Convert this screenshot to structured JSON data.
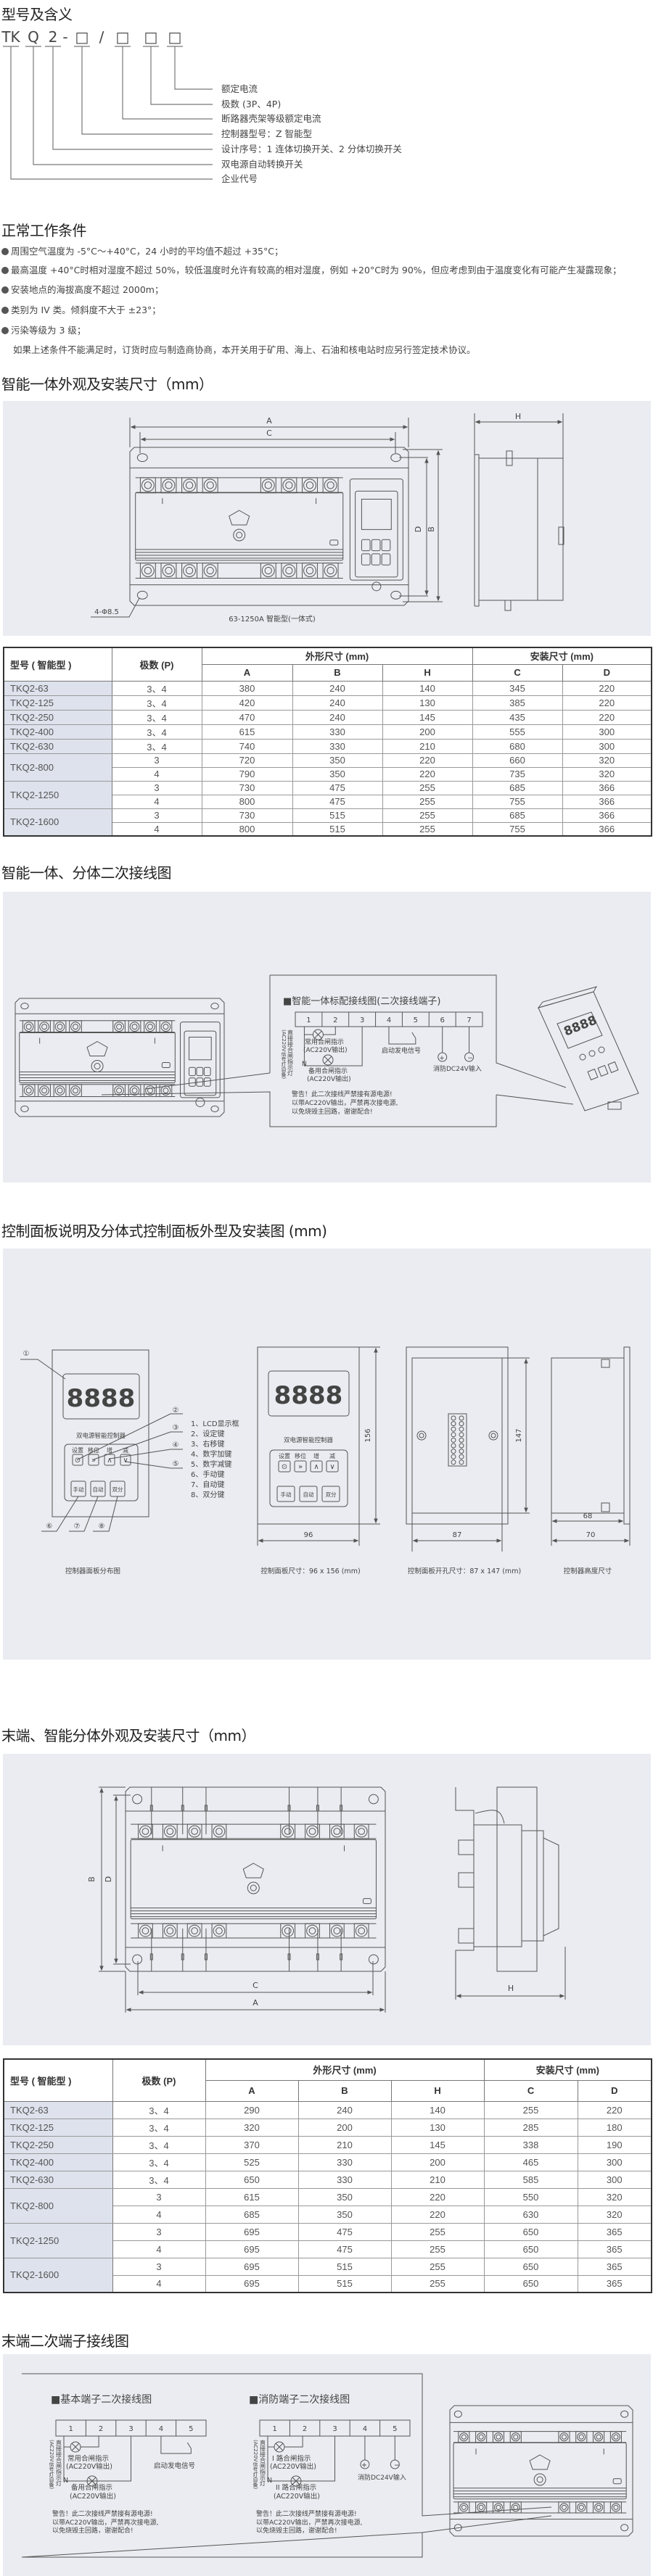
{
  "model": {
    "title": "型号及含义",
    "code": [
      "TK",
      "Q",
      "2",
      "-",
      "□",
      "/",
      "□",
      "□",
      "□"
    ],
    "meanings": [
      "额定电流",
      "极数 (3P、4P)",
      "断路器壳架等级额定电流",
      "控制器型号：Z 智能型",
      "设计序号：1 连体切换开关、2 分体切换开关",
      "双电源自动转换开关",
      "企业代号"
    ]
  },
  "conditions": {
    "title": "正常工作条件",
    "items": [
      "周围空气温度为 -5°C～+40°C，24 小时的平均值不超过 +35°C；",
      "最高温度 +40°C时相对湿度不超过 50%，较低温度时允许有较高的相对湿度，例如 +20°C时为 90%，但应考虑到由于温度变化有可能产生凝露现象；",
      "安装地点的海拔高度不超过 2000m；",
      "类别为 IV 类。倾斜度不大于 ±23°；",
      "污染等级为 3 级；"
    ],
    "note": "如果上述条件不能满足时，订货时应与制造商协商，本开关用于矿用、海上、石油和核电站时应另行签定技术协议。"
  },
  "integrated": {
    "title": "智能一体外观及安装尺寸（mm）",
    "dims": {
      "A": "A",
      "C": "C",
      "B": "B",
      "D": "D",
      "H": "H"
    },
    "hole_label": "4-Φ8.5",
    "caption": "63-1250A 智能型(一体式)",
    "table": {
      "headers": {
        "model": "型号 ( 智能型 )",
        "poles": "极数 (P)",
        "outline": "外形尺寸 (mm)",
        "install": "安装尺寸 (mm)",
        "cols": [
          "A",
          "B",
          "H",
          "C",
          "D"
        ]
      },
      "groups": [
        {
          "model": "TKQ2-63",
          "rows": [
            [
              "3、4",
              "380",
              "240",
              "140",
              "345",
              "220"
            ]
          ]
        },
        {
          "model": "TKQ2-125",
          "rows": [
            [
              "3、4",
              "420",
              "240",
              "130",
              "385",
              "220"
            ]
          ]
        },
        {
          "model": "TKQ2-250",
          "rows": [
            [
              "3、4",
              "470",
              "240",
              "145",
              "435",
              "220"
            ]
          ]
        },
        {
          "model": "TKQ2-400",
          "rows": [
            [
              "3、4",
              "615",
              "330",
              "200",
              "555",
              "300"
            ]
          ]
        },
        {
          "model": "TKQ2-630",
          "rows": [
            [
              "3、4",
              "740",
              "330",
              "210",
              "680",
              "300"
            ]
          ]
        },
        {
          "model": "TKQ2-800",
          "rows": [
            [
              "3",
              "720",
              "350",
              "220",
              "660",
              "320"
            ],
            [
              "4",
              "790",
              "350",
              "220",
              "735",
              "320"
            ]
          ]
        },
        {
          "model": "TKQ2-1250",
          "rows": [
            [
              "3",
              "730",
              "475",
              "255",
              "685",
              "366"
            ],
            [
              "4",
              "800",
              "475",
              "255",
              "755",
              "366"
            ]
          ]
        },
        {
          "model": "TKQ2-1600",
          "rows": [
            [
              "3",
              "730",
              "515",
              "255",
              "685",
              "366"
            ],
            [
              "4",
              "800",
              "515",
              "255",
              "755",
              "366"
            ]
          ]
        }
      ]
    }
  },
  "wiring": {
    "title": "智能一体、分体二次接线图",
    "box_title": "■智能一体标配接线图(二次接线端子)",
    "terminals": [
      "1",
      "2",
      "3",
      "4",
      "5",
      "6",
      "7"
    ],
    "lamp_note": "直接接合闸指示灯",
    "lamp_note2": "(AC220V信号灯自备)",
    "normal_ind": "常用合闸指示",
    "backup_ind": "备用合闸指示",
    "output": "(AC220V输出)",
    "neutral": "N",
    "gen_signal": "启动发电信号",
    "fire_input": "消防DC24V输入",
    "plus": "+",
    "minus": "−",
    "warning": [
      "警告！此二次接线严禁接有源电源!",
      "以带AC220V输出，严禁再次接电源,",
      "以免烧毁主回路，谢谢配合!"
    ],
    "display": "8888"
  },
  "panel": {
    "title": "控制面板说明及分体式控制面板外型及安装图 (mm)",
    "display": "8888",
    "controller_name": "双电源智能控制器",
    "keys_top": [
      "设置",
      "移位",
      "增",
      "减"
    ],
    "key_symbols": [
      "⊙",
      "»",
      "∧",
      "∨"
    ],
    "keys_bottom": [
      "手动",
      "自动",
      "双分"
    ],
    "callouts": [
      "①",
      "②",
      "③",
      "④",
      "⑤",
      "⑥",
      "⑦",
      "⑧"
    ],
    "legend": [
      "1、LCD显示框",
      "2、设定键",
      "3、右移键",
      "4、数字加键",
      "5、数字减键",
      "6、手动键",
      "7、自动键",
      "8、双分键"
    ],
    "dims": {
      "height": "156",
      "width": "96",
      "cut_height": "147",
      "cut_width": "87",
      "depth_inner": "68",
      "depth_outer": "70"
    },
    "captions": [
      "控制器面板分布图",
      "控制面板尺寸：96 x 156 (mm)",
      "控制面板开孔尺寸：87 x 147 (mm)",
      "控制器高度尺寸"
    ]
  },
  "terminal_split": {
    "title": "末端、智能分体外观及安装尺寸（mm）",
    "dims": {
      "A": "A",
      "C": "C",
      "B": "B",
      "D": "D",
      "H": "H"
    },
    "table": {
      "headers": {
        "model": "型号 ( 智能型 )",
        "poles": "极数 (P)",
        "outline": "外形尺寸 (mm)",
        "install": "安装尺寸 (mm)",
        "cols": [
          "A",
          "B",
          "H",
          "C",
          "D"
        ]
      },
      "groups": [
        {
          "model": "TKQ2-63",
          "rows": [
            [
              "3、4",
              "290",
              "240",
              "140",
              "255",
              "220"
            ]
          ]
        },
        {
          "model": "TKQ2-125",
          "rows": [
            [
              "3、4",
              "320",
              "200",
              "130",
              "285",
              "180"
            ]
          ]
        },
        {
          "model": "TKQ2-250",
          "rows": [
            [
              "3、4",
              "370",
              "210",
              "145",
              "338",
              "190"
            ]
          ]
        },
        {
          "model": "TKQ2-400",
          "rows": [
            [
              "3、4",
              "525",
              "330",
              "200",
              "465",
              "300"
            ]
          ]
        },
        {
          "model": "TKQ2-630",
          "rows": [
            [
              "3、4",
              "650",
              "330",
              "210",
              "585",
              "300"
            ]
          ]
        },
        {
          "model": "TKQ2-800",
          "rows": [
            [
              "3",
              "615",
              "350",
              "220",
              "550",
              "320"
            ],
            [
              "4",
              "685",
              "350",
              "220",
              "630",
              "320"
            ]
          ]
        },
        {
          "model": "TKQ2-1250",
          "rows": [
            [
              "3",
              "695",
              "475",
              "255",
              "650",
              "365"
            ],
            [
              "4",
              "695",
              "475",
              "255",
              "650",
              "365"
            ]
          ]
        },
        {
          "model": "TKQ2-1600",
          "rows": [
            [
              "3",
              "695",
              "515",
              "255",
              "650",
              "365"
            ],
            [
              "4",
              "695",
              "515",
              "255",
              "650",
              "365"
            ]
          ]
        }
      ]
    }
  },
  "terminal_wiring": {
    "title": "末端二次端子接线图",
    "basic_title": "■基本端子二次接线图",
    "fire_title": "■消防端子二次接线图",
    "terminals": [
      "1",
      "2",
      "3",
      "4",
      "5"
    ],
    "normal_ind": "常用合闸指示",
    "backup_ind": "备用合闸指示",
    "line1_ind": "I 路合闸指示",
    "line2_ind": "II 路合闸指示",
    "output": "(AC220V输出)",
    "neutral": "N",
    "gen_signal": "启动发电信号",
    "fire_input": "消防DC24V输入",
    "plus": "+",
    "minus": "−",
    "lamp_note": "直接接合闸指示灯",
    "lamp_note2": "(AC220V信号灯自备)",
    "warning": [
      "警告！此二次接线严禁接有源电源!",
      "以带AC220V输出，严禁再次接电源,",
      "以免烧毁主回路，谢谢配合!"
    ]
  }
}
